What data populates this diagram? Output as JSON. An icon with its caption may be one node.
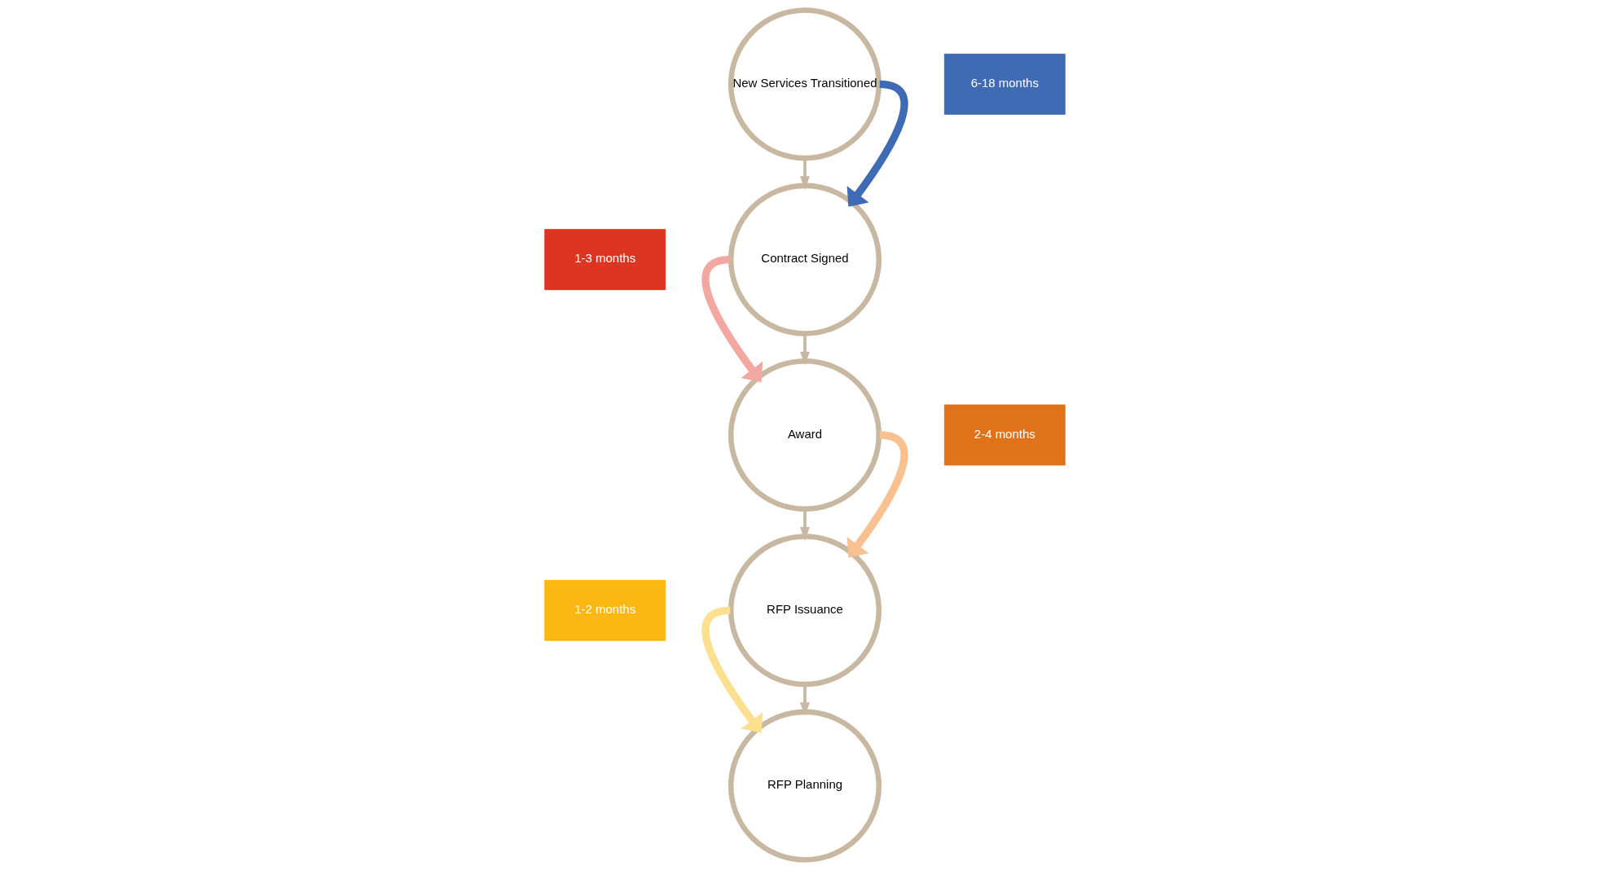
{
  "diagram": {
    "nodes": [
      {
        "text": [
          "New Services Transitioned"
        ]
      },
      {
        "text": [
          "6-18 months"
        ]
      },
      {
        "text": [
          "Contract Signed"
        ]
      },
      {
        "text": [
          "1-3 months"
        ]
      },
      {
        "text": [
          "Award"
        ]
      },
      {
        "text": [
          "2-4 months"
        ]
      },
      {
        "text": [
          "RFP Issuance"
        ]
      },
      {
        "text": [
          "1-2 months"
        ]
      },
      {
        "text": [
          "RFP Planning"
        ]
      }
    ],
    "edges": [
      {
        "from": 0,
        "to": 2,
        "arrow": "to",
        "color": "#c8b8a2"
      },
      {
        "from": 2,
        "to": 4,
        "arrow": "to",
        "color": "#c8b8a2"
      },
      {
        "from": 4,
        "to": 6,
        "arrow": "to",
        "color": "#c8b8a2"
      },
      {
        "from": 6,
        "to": 8,
        "arrow": "to",
        "color": "#c8b8a2"
      },
      {
        "from": 0,
        "to": 2,
        "arrow": "to",
        "style": "thick",
        "color": "#3f6bb4"
      },
      {
        "from": 2,
        "to": 4,
        "arrow": "to",
        "style": "thick",
        "color": "#f2a8a0"
      },
      {
        "from": 4,
        "to": 6,
        "arrow": "to",
        "style": "thick",
        "color": "#f8c18f"
      },
      {
        "from": 6,
        "to": 8,
        "arrow": "to",
        "style": "thick",
        "color": "#fde08f"
      }
    ]
  }
}
